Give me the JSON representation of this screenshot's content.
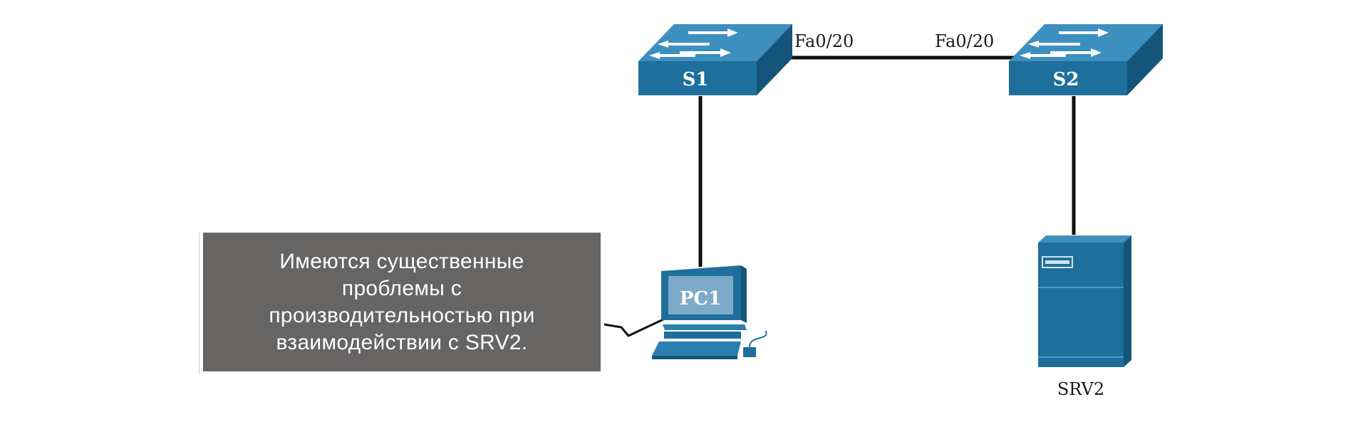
{
  "devices": {
    "switch_s1": {
      "label": "S1",
      "port": "Fa0/20"
    },
    "switch_s2": {
      "label": "S2",
      "port": "Fa0/20"
    },
    "pc1": {
      "label": "PC1"
    },
    "srv2": {
      "label": "SRV2"
    }
  },
  "callout": {
    "text": "Имеются существенные проблемы с производительностью при взаимодействии с SRV2."
  },
  "colors": {
    "device_top": "#3c8fbf",
    "device_front": "#1e6f9c",
    "device_side": "#15557a",
    "callout_bg": "#676464",
    "link": "#111111"
  }
}
